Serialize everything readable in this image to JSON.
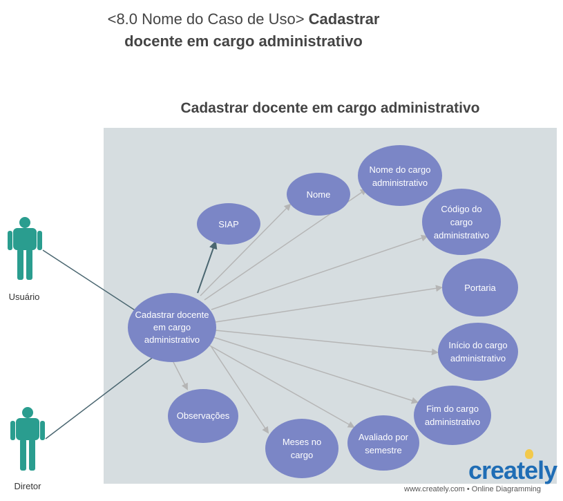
{
  "page_title": {
    "normal": "<8.0 Nome do Caso de Uso>",
    "bold_1": "Cadastrar",
    "bold_2": "docente em cargo administrativo"
  },
  "diagram_title": "Cadastrar docente em cargo administrativo",
  "actors": {
    "usuario": "Usuário",
    "diretor": "Diretor"
  },
  "use_cases": {
    "main": [
      "Cadastrar docente",
      "em cargo",
      "administrativo"
    ],
    "siap": [
      "SIAP"
    ],
    "nome": [
      "Nome"
    ],
    "nome_cargo": [
      "Nome do cargo",
      "administrativo"
    ],
    "codigo_cargo": [
      "Código do",
      "cargo",
      "administrativo"
    ],
    "portaria": [
      "Portaria"
    ],
    "inicio_cargo": [
      "Início do cargo",
      "administrativo"
    ],
    "fim_cargo": [
      "Fim do cargo",
      "administrativo"
    ],
    "avaliado": [
      "Avaliado por",
      "semestre"
    ],
    "meses": [
      "Meses no",
      "cargo"
    ],
    "observacoes": [
      "Observações"
    ]
  },
  "brand": "creately",
  "footer": "www.creately.com • Online Diagramming",
  "colors": {
    "use_case": "#7b86c6",
    "system_box": "#d6dde0",
    "actor": "#2a9d8f",
    "arrow": "#b5b5b5",
    "assoc": "#4a6670",
    "brand": "#1f6db5"
  }
}
